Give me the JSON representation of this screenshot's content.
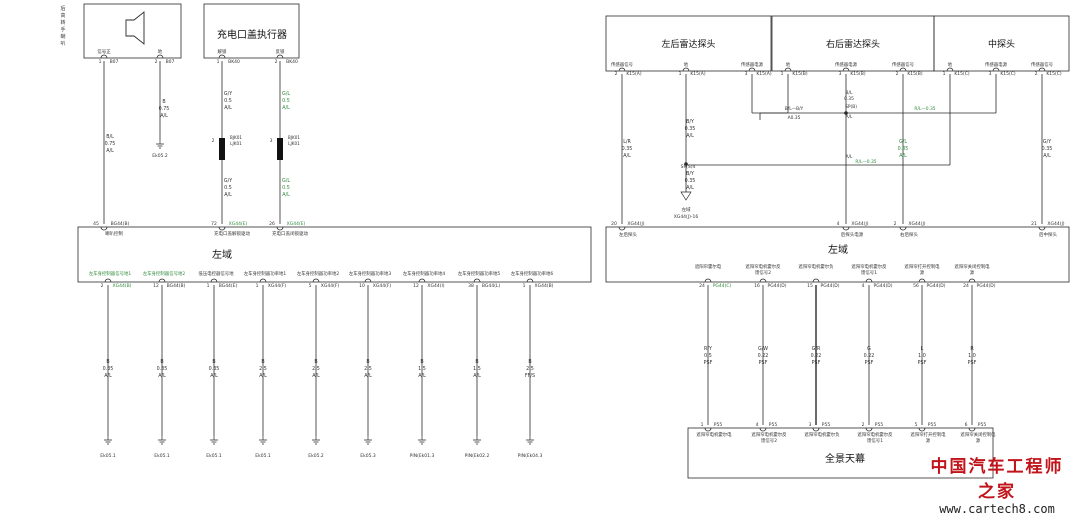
{
  "left": {
    "side_label": "后高转手喇叭",
    "speaker": {
      "pins": [
        {
          "num": "1",
          "label": "信号正",
          "conn": "B07"
        },
        {
          "num": "2",
          "label": "地",
          "conn": "B07"
        }
      ]
    },
    "actuator": {
      "title": "充电口盖执行器",
      "pins": [
        {
          "num": "1",
          "label": "解锁",
          "conn": "BK40"
        },
        {
          "num": "2",
          "label": "反锁",
          "conn": "BK40"
        }
      ]
    },
    "speaker_wire_top": [
      "B/L",
      "0.75",
      "A/L"
    ],
    "speaker_ground_wire": [
      "B",
      "0.75",
      "A/L"
    ],
    "speaker_ground": "Ek05.2",
    "act_wire_top": [
      [
        "G/Y",
        "0.5",
        "A/L"
      ],
      [
        "G/L",
        "0.5",
        "A/L"
      ]
    ],
    "act_conn": [
      [
        "2",
        "BJK01",
        "LJK01"
      ],
      [
        "3",
        "BJK01",
        "LJK01"
      ]
    ],
    "act_wire_bottom": [
      [
        "G/Y",
        "0.5",
        "A/L"
      ],
      [
        "G/L",
        "0.5",
        "A/L"
      ]
    ],
    "upper_pins": [
      {
        "num": "45",
        "conn": "BG44(B)",
        "label": "喇叭控制"
      },
      {
        "num": "72",
        "conn": "XG44(E)",
        "label": "充电口盖解锁驱动"
      },
      {
        "num": "26",
        "conn": "XG44(E)",
        "label": "充电口盖闭锁驱动"
      }
    ],
    "box_label": "左域",
    "lower_pins": [
      {
        "label": "左车身控制器信号地1",
        "num": "2",
        "conn": "XG44(B)"
      },
      {
        "label": "左车身控制器信号地2",
        "num": "12",
        "conn": "BG44(B)"
      },
      {
        "label": "低压电控器信号地",
        "num": "1",
        "conn": "BG44(E)"
      },
      {
        "label": "左车身控制器功率地1",
        "num": "1",
        "conn": "XG44(F)"
      },
      {
        "label": "左车身控制器功率地2",
        "num": "5",
        "conn": "XG44(F)"
      },
      {
        "label": "左车身控制器功率地3",
        "num": "10",
        "conn": "XG44(F)"
      },
      {
        "label": "左车身控制器功率地4",
        "num": "12",
        "conn": "XG44(I)"
      },
      {
        "label": "左车身控制器功率地5",
        "num": "38",
        "conn": "BG44(L)"
      },
      {
        "label": "左车身控制器功率地6",
        "num": "1",
        "conn": "XG44(B)"
      }
    ],
    "ground_wires": [
      [
        "B",
        "0.35",
        "A/L"
      ],
      [
        "B",
        "0.35",
        "A/L"
      ],
      [
        "B",
        "0.35",
        "A/L"
      ],
      [
        "B",
        "2.5",
        "A/L"
      ],
      [
        "B",
        "2.5",
        "A/L"
      ],
      [
        "B",
        "2.5",
        "A/L"
      ],
      [
        "B",
        "1.5",
        "A/L"
      ],
      [
        "B",
        "1.5",
        "A/L"
      ],
      [
        "B",
        "2.5",
        "FF/S"
      ]
    ],
    "grounds": [
      "Ek05.1",
      "Ek05.1",
      "Ek05.1",
      "Ek05.1",
      "Ek05.2",
      "Ek05.3",
      "PIN(Ek01.3",
      "PIN(Ek02.2",
      "PIN(Ek04.3"
    ]
  },
  "right": {
    "sensors": [
      {
        "title": "左后雷达探头",
        "pins": [
          {
            "num": "2",
            "label": "传感器信号",
            "conn": "K15(A)"
          },
          {
            "num": "1",
            "label": "地",
            "conn": "K15(A)"
          },
          {
            "num": "3",
            "label": "传感器电源",
            "conn": "K15(A)"
          }
        ]
      },
      {
        "title": "右后雷达探头",
        "pins": [
          {
            "num": "1",
            "label": "地",
            "conn": "K15(B)"
          },
          {
            "num": "3",
            "label": "传感器电源",
            "conn": "K15(B)"
          },
          {
            "num": "2",
            "label": "传感器信号",
            "conn": "K15(B)"
          }
        ]
      },
      {
        "title": "中探头",
        "pins": [
          {
            "num": "1",
            "label": "地",
            "conn": "K15(C)"
          },
          {
            "num": "3",
            "label": "传感器电源",
            "conn": "K15(C)"
          },
          {
            "num": "2",
            "label": "传感器信号",
            "conn": "K15(C)"
          }
        ]
      }
    ],
    "splice_labels": [
      "B/L—B/Y",
      "A0.35",
      "B/L",
      "0.35",
      "SP(B)",
      "A/L",
      "R/L—0.35",
      "A/L",
      "R/L—0.35"
    ],
    "wires": {
      "left_signal": [
        "L/R",
        "0.35",
        "A/L"
      ],
      "ground_top": [
        "B/Y",
        "0.35",
        "A/L"
      ],
      "ground_sp": "SP(S)4",
      "ground_bottom": [
        "B/Y",
        "0.35",
        "A/L"
      ],
      "ground_symbol_label": "左域",
      "ground_conn": "XG44(J)-16",
      "right_signal": [
        "G/L",
        "0.35",
        "A/L"
      ],
      "center_signal": [
        "G/Y",
        "0.35",
        "A/L"
      ]
    },
    "upper_pins": [
      {
        "num": "20",
        "conn": "XG44(J)",
        "label": "左后探头"
      },
      {
        "num": "4",
        "conn": "XG44(J)",
        "label": "后探头电源"
      },
      {
        "num": "2",
        "conn": "XG44(J)",
        "label": "右后探头"
      },
      {
        "num": "21",
        "conn": "XG44(J)",
        "label": "后中探头"
      }
    ],
    "box_label": "左域",
    "lower_pins": [
      {
        "label": "遮阳帘霍尔电",
        "num": "24",
        "conn": "PG44(C)"
      },
      {
        "label": "遮阳帘电机霍尔反馈信号2",
        "num": "16",
        "conn": "PG44(D)"
      },
      {
        "label": "遮阳帘电机霍尔负",
        "num": "15",
        "conn": "PG44(D)"
      },
      {
        "label": "遮阳帘电机霍尔反馈信号1",
        "num": "4",
        "conn": "PG44(D)"
      },
      {
        "label": "遮阳帘打开控制电源",
        "num": "56",
        "conn": "PG44(D)"
      },
      {
        "label": "遮阳帘关闭控制电源",
        "num": "24",
        "conn": "PG44(D)"
      }
    ],
    "mid_wires": [
      [
        "R/Y",
        "0.5",
        "PSF"
      ],
      [
        "G/W",
        "0.22",
        "PSF"
      ],
      [
        "G/R",
        "0.22",
        "PSF"
      ],
      [
        "G",
        "0.22",
        "PSF"
      ],
      [
        "L",
        "1.0",
        "PSF"
      ],
      [
        "R",
        "1.0",
        "PSF"
      ]
    ],
    "bottom_pins": [
      {
        "num": "1",
        "conn": "P55",
        "label": "遮阳帘电机霍尔电"
      },
      {
        "num": "4",
        "conn": "P55",
        "label": "遮阳帘电机霍尔反馈信号2"
      },
      {
        "num": "3",
        "conn": "P55",
        "label": "遮阳帘电机霍尔负"
      },
      {
        "num": "2",
        "conn": "P55",
        "label": "遮阳帘电机霍尔反馈信号1"
      },
      {
        "num": "5",
        "conn": "P55",
        "label": "遮阳帘打开控制电源"
      },
      {
        "num": "6",
        "conn": "P55",
        "label": "遮阳帘关闭控制电源"
      }
    ],
    "bottom_box_label": "全景天幕"
  },
  "watermark": {
    "cn": "中国汽车工程师之家",
    "url": "www.cartech8.com"
  },
  "colors": {
    "wire": "#2a2a2a",
    "accent": "#2e8b3a",
    "red": "#c0141a"
  }
}
